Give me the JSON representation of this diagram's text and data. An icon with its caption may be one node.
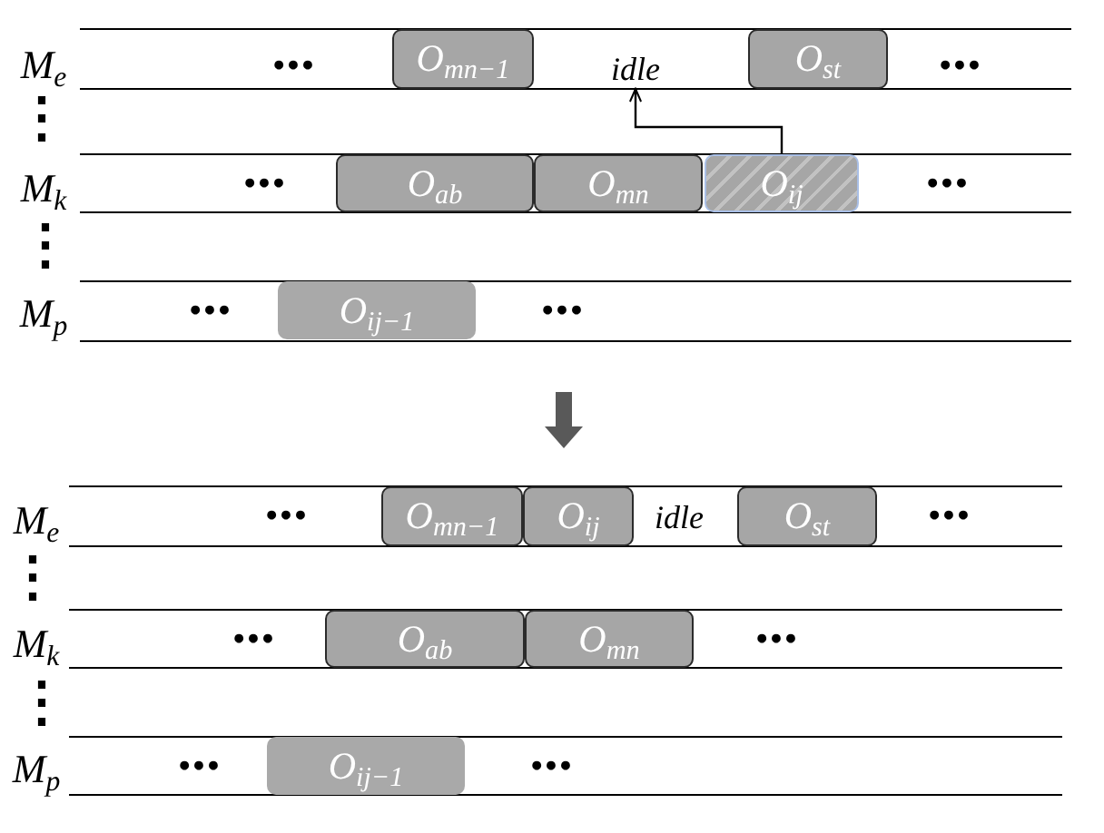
{
  "diagram": {
    "nodes": [
      {
        "text": [
          "O$_{mn−1}$"
        ]
      },
      {
        "text": [
          "idle"
        ]
      },
      {
        "text": [
          "O$_{st}$"
        ]
      },
      {
        "text": [
          "O$_{ab}$"
        ]
      },
      {
        "text": [
          "O$_{mn}$"
        ]
      },
      {
        "text": [
          "O$_{ij}$"
        ]
      },
      {
        "text": [
          "O$_{ij−1}$"
        ]
      },
      {
        "text": [
          "O$_{mn−1}$"
        ]
      },
      {
        "text": [
          "O$_{ij}$"
        ]
      },
      {
        "text": [
          "idle"
        ]
      },
      {
        "text": [
          "O$_{st}$"
        ]
      },
      {
        "text": [
          "O$_{ab}$"
        ]
      },
      {
        "text": [
          "O$_{mn}$"
        ]
      },
      {
        "text": [
          "O$_{ij−1}$"
        ]
      }
    ],
    "edges": [
      {
        "from": 5,
        "to": 1,
        "arrow": "to"
      }
    ],
    "labels": [
      "M$_{e}$",
      "•••",
      "•••",
      "⋮",
      "M$_{k}$",
      "•••",
      "•••",
      "⋮",
      "M$_{p}$",
      "•••",
      "•••",
      "M$_{e}$",
      "•••",
      "•••",
      "⋮",
      "M$_{k}$",
      "•••",
      "•••",
      "⋮",
      "M$_{p}$",
      "•••",
      "•••"
    ]
  }
}
